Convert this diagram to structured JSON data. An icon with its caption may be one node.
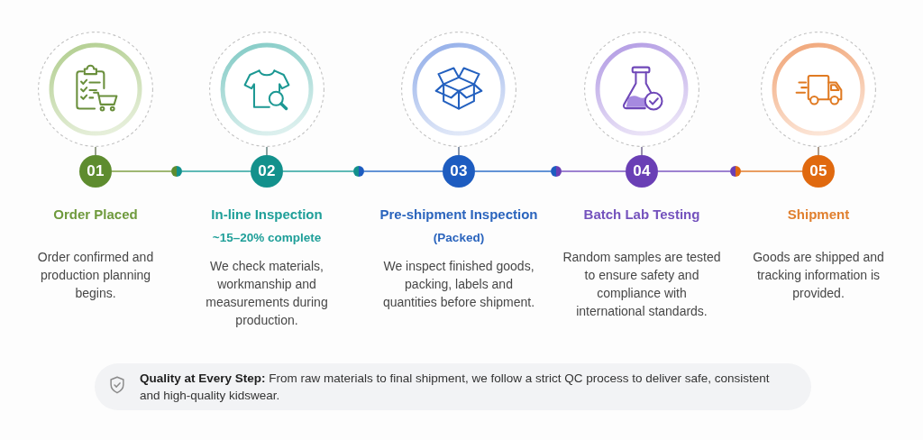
{
  "diagram": {
    "nodes": [
      {
        "text": [],
        "shape": "circle"
      },
      {
        "text": [
          "01"
        ],
        "beside": [
          "Order Placed",
          "Order confirmed and production planning begins."
        ]
      },
      {
        "text": [],
        "shape": "circle"
      },
      {
        "text": [],
        "shape": "circle"
      },
      {
        "text": [
          "02"
        ],
        "beside": [
          "In-line Inspection",
          "~15–20% complete",
          "We check materials, workmanship and measurements during production."
        ]
      },
      {
        "text": [],
        "shape": "circle"
      },
      {
        "text": [],
        "shape": "circle"
      },
      {
        "text": [
          "03"
        ],
        "beside": [
          "Pre-shipment Inspection",
          "(Packed)",
          "We inspect finished goods, packing, labels and quantities before shipment."
        ]
      },
      {
        "text": [],
        "shape": "circle"
      },
      {
        "text": [],
        "shape": "circle"
      },
      {
        "text": [
          "04"
        ],
        "beside": [
          "Batch Lab Testing",
          "Random samples are tested to ensure safety and compliance with international standards."
        ]
      },
      {
        "text": [],
        "shape": "circle"
      },
      {
        "text": [],
        "shape": "circle"
      },
      {
        "text": [
          "05"
        ],
        "beside": [
          "Shipment",
          "Goods are shipped and tracking information is provided."
        ]
      },
      {
        "text": [
          "**Quality at Every Step:** From raw materials to final shipment, we follow a strict QC process to deliver safe, consistent and high-quality kidswear."
        ]
      }
    ],
    "edges": [
      {
        "from": 0,
        "to": 1,
        "arrow": "none",
        "color": "#7d8a6e"
      },
      {
        "from": 1,
        "to": 2,
        "arrow": "none",
        "color": "#7f9f45"
      },
      {
        "from": 2,
        "to": 4,
        "arrow": "none",
        "color": "#2aa39e"
      },
      {
        "from": 3,
        "to": 4,
        "arrow": "none",
        "color": "#6f8b89"
      },
      {
        "from": 4,
        "to": 5,
        "arrow": "none",
        "color": "#2aa39e"
      },
      {
        "from": 5,
        "to": 7,
        "arrow": "none",
        "color": "#2f6fc8"
      },
      {
        "from": 6,
        "to": 7,
        "arrow": "none",
        "color": "#6c7d99"
      },
      {
        "from": 7,
        "to": 8,
        "arrow": "none",
        "color": "#2f6fc8"
      },
      {
        "from": 8,
        "to": 10,
        "arrow": "none",
        "color": "#7c58c2"
      },
      {
        "from": 9,
        "to": 10,
        "arrow": "none",
        "color": "#7e7499"
      },
      {
        "from": 10,
        "to": 11,
        "arrow": "none",
        "color": "#7c58c2"
      },
      {
        "from": 11,
        "to": 13,
        "arrow": "none",
        "color": "#e27d2c"
      },
      {
        "from": 12,
        "to": 13,
        "arrow": "none",
        "color": "#9a8470"
      }
    ]
  }
}
